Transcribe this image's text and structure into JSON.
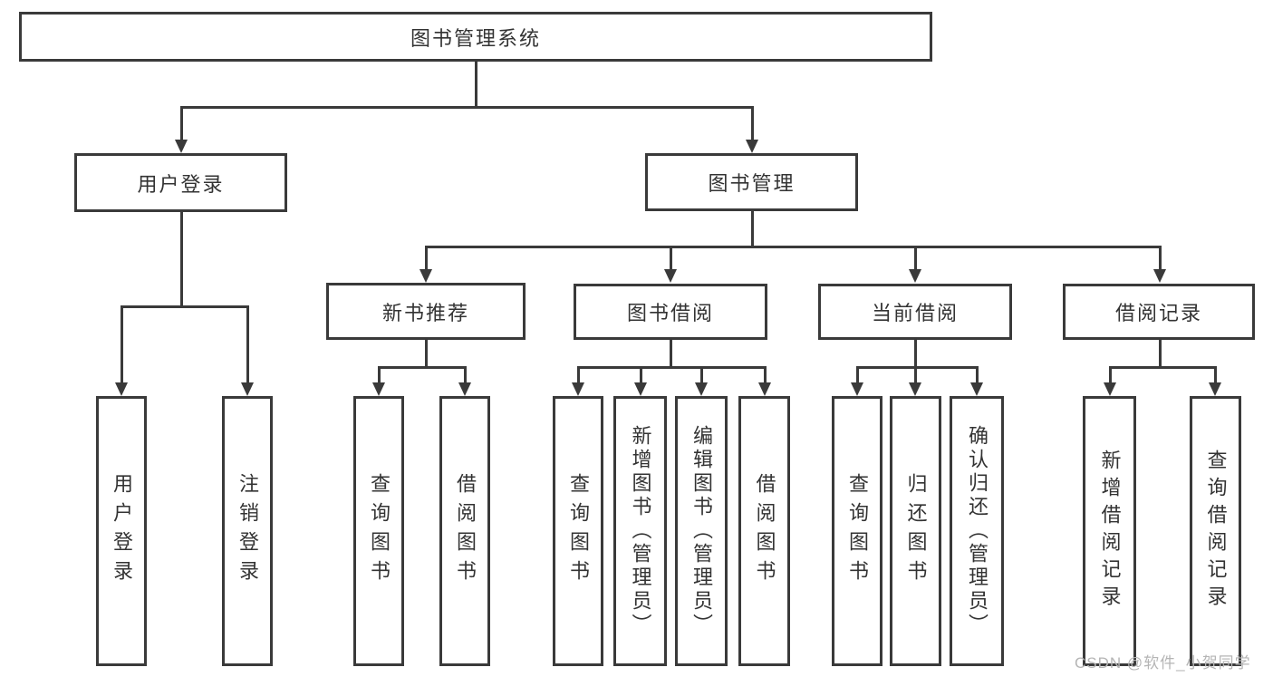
{
  "tree": {
    "root": {
      "label": "图书管理系统"
    },
    "children": [
      {
        "label": "用户登录",
        "children": [
          {
            "label": "用户登录"
          },
          {
            "label": "注销登录"
          }
        ]
      },
      {
        "label": "图书管理",
        "children": [
          {
            "label": "新书推荐",
            "children": [
              {
                "label": "查询图书"
              },
              {
                "label": "借阅图书"
              }
            ]
          },
          {
            "label": "图书借阅",
            "children": [
              {
                "label": "查询图书"
              },
              {
                "label": "新增图书（管理员）"
              },
              {
                "label": "编辑图书（管理员）"
              },
              {
                "label": "借阅图书"
              }
            ]
          },
          {
            "label": "当前借阅",
            "children": [
              {
                "label": "查询图书"
              },
              {
                "label": "归还图书"
              },
              {
                "label": "确认归还（管理员）"
              }
            ]
          },
          {
            "label": "借阅记录",
            "children": [
              {
                "label": "新增借阅记录"
              },
              {
                "label": "查询借阅记录"
              }
            ]
          }
        ]
      }
    ]
  },
  "watermark": "CSDN @软件_小贺同学",
  "colors": {
    "line": "#3a3a3a",
    "box_fill": "#ffffff",
    "text": "#333333",
    "watermark": "#b5b5b5"
  }
}
